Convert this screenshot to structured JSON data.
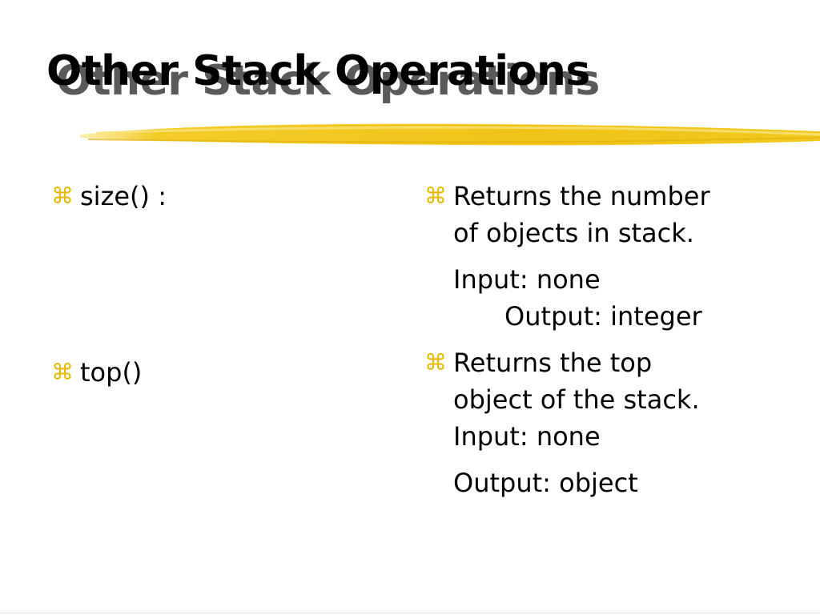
{
  "slide": {
    "title": "Other Stack Operations",
    "accent_color": "#f0c419",
    "bullet_glyph": "⌘",
    "left_items": [
      {
        "label": "size() :"
      },
      {
        "label": "top()"
      }
    ],
    "right_items": [
      {
        "lines": [
          "Returns the number",
          "of objects in stack."
        ],
        "input": "Input: none",
        "output": "Output: integer"
      },
      {
        "lines": [
          "Returns the top",
          "object of the stack."
        ],
        "input": "Input: none",
        "output": "Output: object"
      }
    ]
  }
}
